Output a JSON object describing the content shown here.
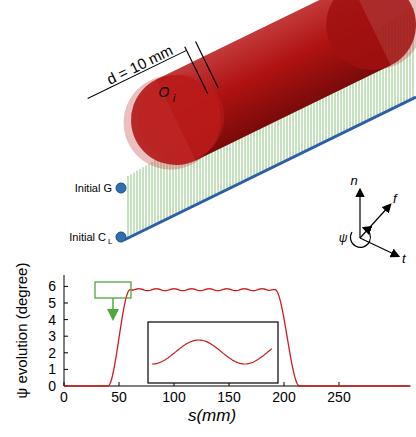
{
  "diagram": {
    "labels": [
      "d = 10 mm",
      "O",
      "i",
      "Initial G",
      "Initial C",
      "L",
      "n",
      "f",
      "ψ",
      "t",
      "ψ evolution (degree)",
      "0",
      "1",
      "2",
      "3",
      "4",
      "5",
      "6",
      "0",
      "50",
      "100",
      "150",
      "200",
      "250",
      "s(mm)"
    ]
  }
}
